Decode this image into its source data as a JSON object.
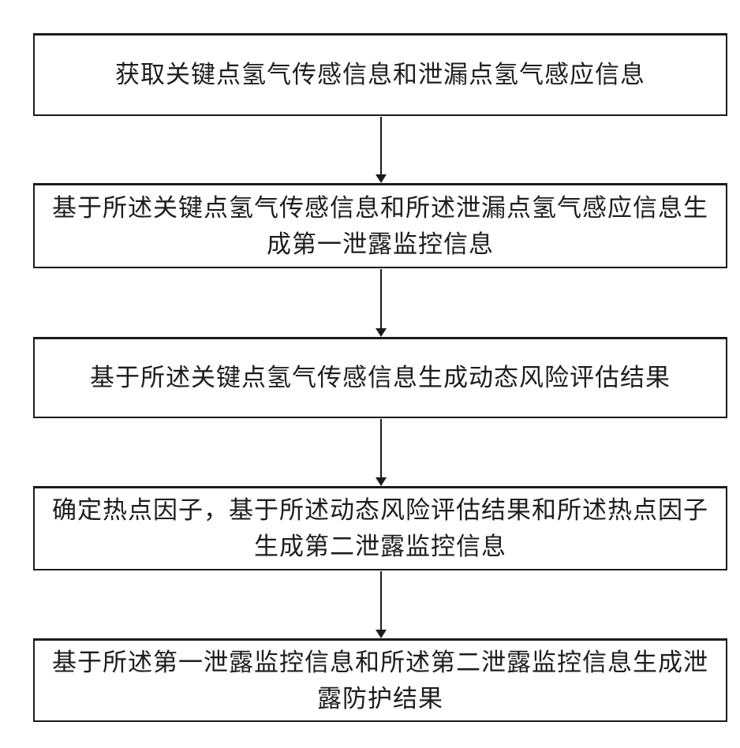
{
  "flowchart": {
    "background_color": "#ffffff",
    "line_color": "#1b1b1b",
    "text_color": "#1d1d1d",
    "steps": [
      {
        "lines": [
          "获取关键点氢气传感信息和泄漏点氢气感应信息"
        ]
      },
      {
        "lines": [
          "基于所述关键点氢气传感信息和所述泄漏点氢气感应信息生",
          "成第一泄露监控信息"
        ]
      },
      {
        "lines": [
          "基于所述关键点氢气传感信息生成动态风险评估结果"
        ]
      },
      {
        "lines": [
          "确定热点因子，基于所述动态风险评估结果和所述热点因子",
          "生成第二泄露监控信息"
        ]
      },
      {
        "lines": [
          "基于所述第一泄露监控信息和所述第二泄露监控信息生成泄",
          "露防护结果"
        ]
      }
    ],
    "connectors": [
      "arrow-down",
      "arrow-down",
      "arrow-down",
      "arrow-down"
    ]
  }
}
